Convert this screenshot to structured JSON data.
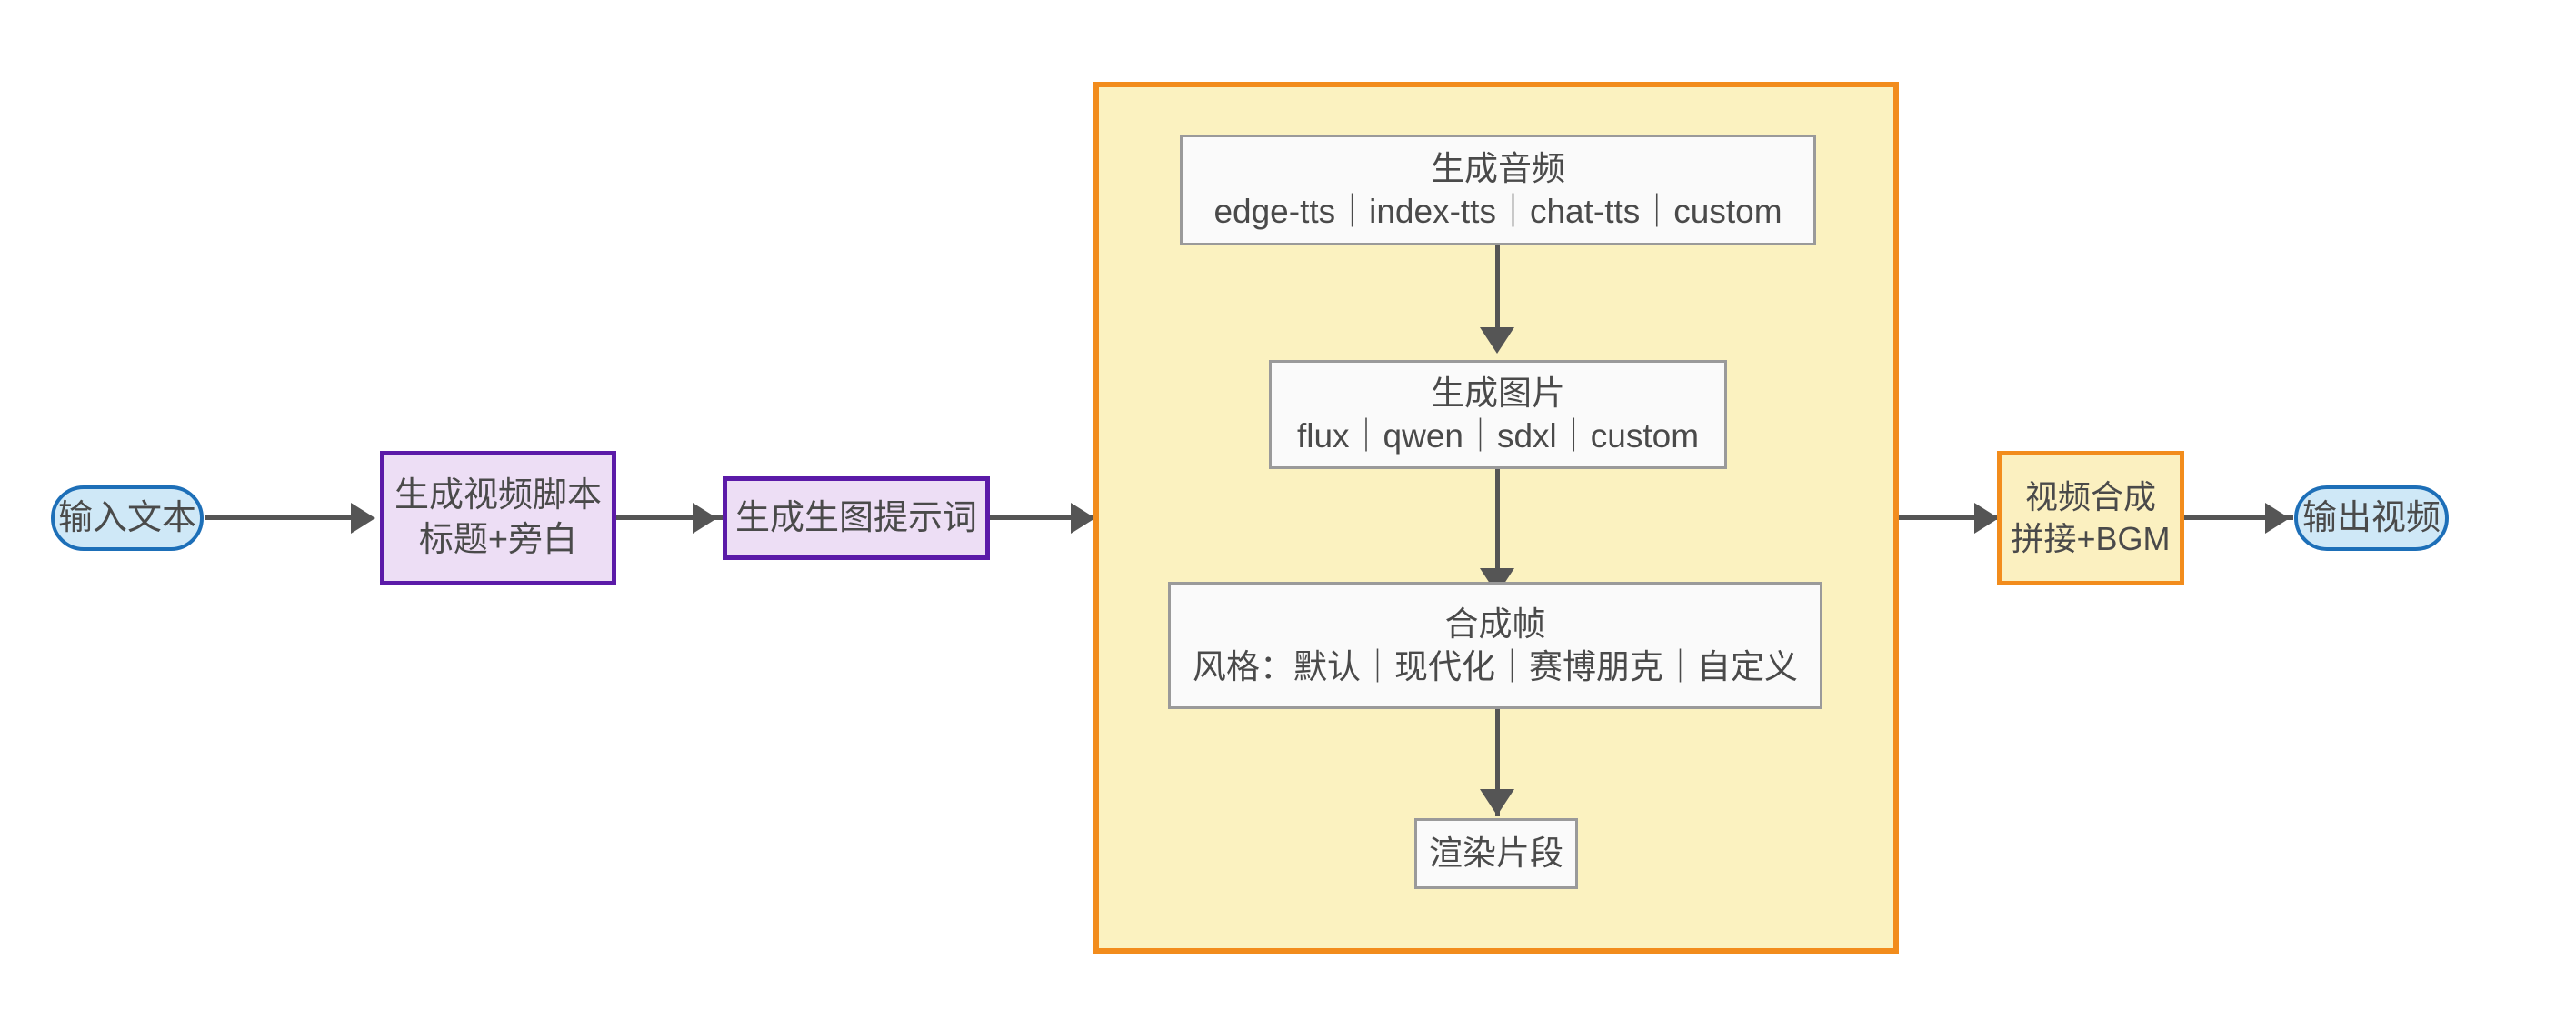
{
  "diagram": {
    "type": "flowchart",
    "direction": "left-to-right",
    "background": "#ffffff",
    "colors": {
      "terminal_fill": "#cfe8f7",
      "terminal_stroke": "#1d6fb8",
      "process_fill": "#eddef5",
      "process_stroke": "#5b1aa8",
      "accent_fill": "#fbf0c0",
      "accent_stroke": "#f28c1c",
      "plain_fill": "#fafafa",
      "plain_stroke": "#9a9a9a",
      "edge": "#555555",
      "text": "#4a4a4a"
    }
  },
  "nodes": {
    "input_text": {
      "label": "输入文本",
      "shape": "stadium"
    },
    "script": {
      "line1": "生成视频脚本",
      "line2": "标题+旁白",
      "shape": "rect"
    },
    "prompt": {
      "label": "生成生图提示词",
      "shape": "rect"
    },
    "audio": {
      "title": "生成音频",
      "options": "edge-tts｜index-tts｜chat-tts｜custom",
      "shape": "rect"
    },
    "image": {
      "title": "生成图片",
      "options": "flux｜qwen｜sdxl｜custom",
      "shape": "rect"
    },
    "frame": {
      "title": "合成帧",
      "options": "风格：默认｜现代化｜赛博朋克｜自定义",
      "shape": "rect"
    },
    "render": {
      "label": "渲染片段",
      "shape": "rect"
    },
    "compose": {
      "line1": "视频合成",
      "line2": "拼接+BGM",
      "shape": "rect"
    },
    "output_video": {
      "label": "输出视频",
      "shape": "stadium"
    }
  },
  "edges": [
    {
      "from": "input_text",
      "to": "script",
      "orientation": "horizontal"
    },
    {
      "from": "script",
      "to": "prompt",
      "orientation": "horizontal"
    },
    {
      "from": "prompt",
      "to": "pipeline",
      "orientation": "horizontal"
    },
    {
      "from": "audio",
      "to": "image",
      "orientation": "vertical"
    },
    {
      "from": "image",
      "to": "frame",
      "orientation": "vertical"
    },
    {
      "from": "frame",
      "to": "render",
      "orientation": "vertical"
    },
    {
      "from": "pipeline",
      "to": "compose",
      "orientation": "horizontal"
    },
    {
      "from": "compose",
      "to": "output_video",
      "orientation": "horizontal"
    }
  ]
}
